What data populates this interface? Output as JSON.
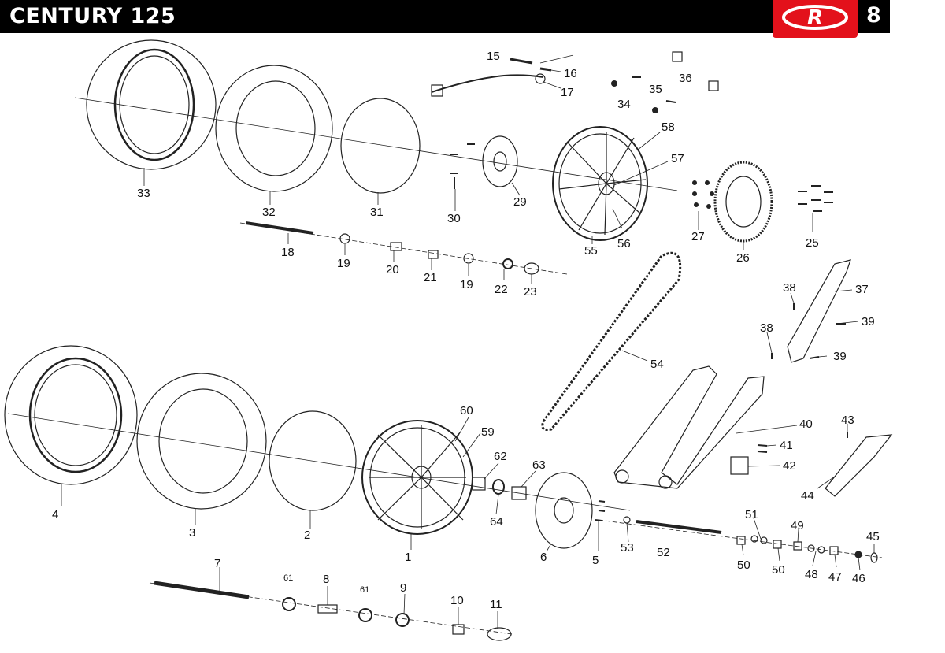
{
  "header": {
    "title": "CENTURY 125",
    "page_number": "8",
    "brand_color": "#e3111b"
  },
  "logo": {
    "letter": "R"
  },
  "callouts": {
    "c1": "1",
    "c2": "2",
    "c3": "3",
    "c4": "4",
    "c5": "5",
    "c6": "6",
    "c7": "7",
    "c8": "8",
    "c9": "9",
    "c10": "10",
    "c11": "11",
    "c15": "15",
    "c16": "16",
    "c17": "17",
    "c18": "18",
    "c19a": "19",
    "c19b": "19",
    "c20": "20",
    "c21": "21",
    "c22": "22",
    "c23": "23",
    "c25": "25",
    "c26": "26",
    "c27": "27",
    "c29": "29",
    "c30": "30",
    "c31": "31",
    "c32": "32",
    "c33": "33",
    "c34": "34",
    "c35": "35",
    "c36": "36",
    "c37": "37",
    "c38a": "38",
    "c38b": "38",
    "c39a": "39",
    "c39b": "39",
    "c40": "40",
    "c41": "41",
    "c42": "42",
    "c43": "43",
    "c44": "44",
    "c45": "45",
    "c46": "46",
    "c47": "47",
    "c48": "48",
    "c49": "49",
    "c50a": "50",
    "c50b": "50",
    "c51": "51",
    "c52": "52",
    "c53": "53",
    "c54": "54",
    "c55": "55",
    "c56": "56",
    "c57": "57",
    "c58": "58",
    "c59": "59",
    "c60": "60",
    "c61a": "61",
    "c61b": "61",
    "c62": "62",
    "c63": "63",
    "c64": "64"
  }
}
